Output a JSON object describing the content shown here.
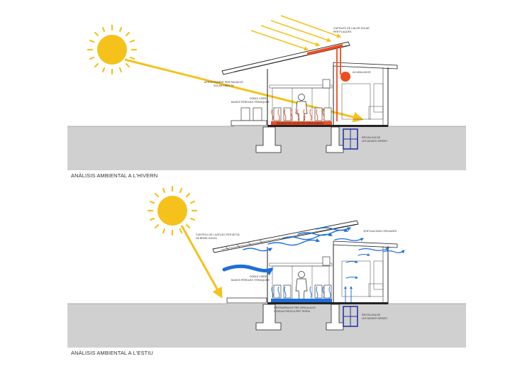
{
  "colors": {
    "sun": "#f5c21c",
    "sun_ray": "#f5c21c",
    "heat": "#ee4b1f",
    "air_flow": "#1e6fd9",
    "water": "#1a2fa0",
    "ground": "#d0d0d0",
    "line": "#222222"
  },
  "winter": {
    "caption": "ANÀLISIS AMBIENTAL A L'HIVERN",
    "label_solar_capture": [
      "CAPTACIÓ DE CALOR SOLAR",
      "PER PLAQUES"
    ],
    "label_accumulator": [
      "ACUMULADOR"
    ],
    "label_direct_sun": [
      "APROFITAMENT PER RADIACIÓ",
      "SOLAR DIRECTA"
    ],
    "label_glass": [
      "DOBLE VIDRE",
      "BAIXES PÈRDUES TÈRMIQUES"
    ],
    "label_floor_heat": [
      "RADIACIÓ DE CALOR PER TERRA RADIANT"
    ],
    "label_water": [
      "RECOLLIDA DE",
      "LES AIGÜES GRISES"
    ]
  },
  "summer": {
    "caption": "ANÀLISIS AMBIENTAL A L'ESTIU",
    "label_shade": [
      "CONTROL DE L'ASOLEO PER MITJÀ",
      "DE BRISE-SOLEIL"
    ],
    "label_ventilation": [
      "VENTILACIONS CREUADES"
    ],
    "label_glass": [
      "DOBLE VIDRE",
      "BAIXES PÈRDUES TÈRMIQUES"
    ],
    "label_floor_cool": [
      "REFRIGERACIÓ PER CIRCULACIÓ",
      "D'AIGUA FRESCA PER TERRA"
    ],
    "label_water": [
      "RECOLLIDA DE",
      "LES AIGÜES GRISES"
    ]
  }
}
